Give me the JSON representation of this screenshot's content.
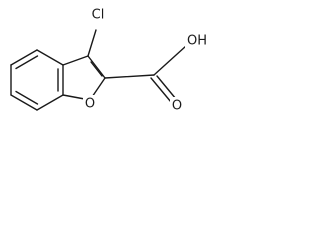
{
  "molecule": {
    "atoms": {
      "chlorine": "Cl",
      "hydroxyl": "OH",
      "ring_oxygen": "O",
      "carbonyl_oxygen": "O"
    },
    "colors": {
      "bond": "#1a1a1a",
      "label": "#1a1a1a",
      "background": "#ffffff"
    }
  }
}
